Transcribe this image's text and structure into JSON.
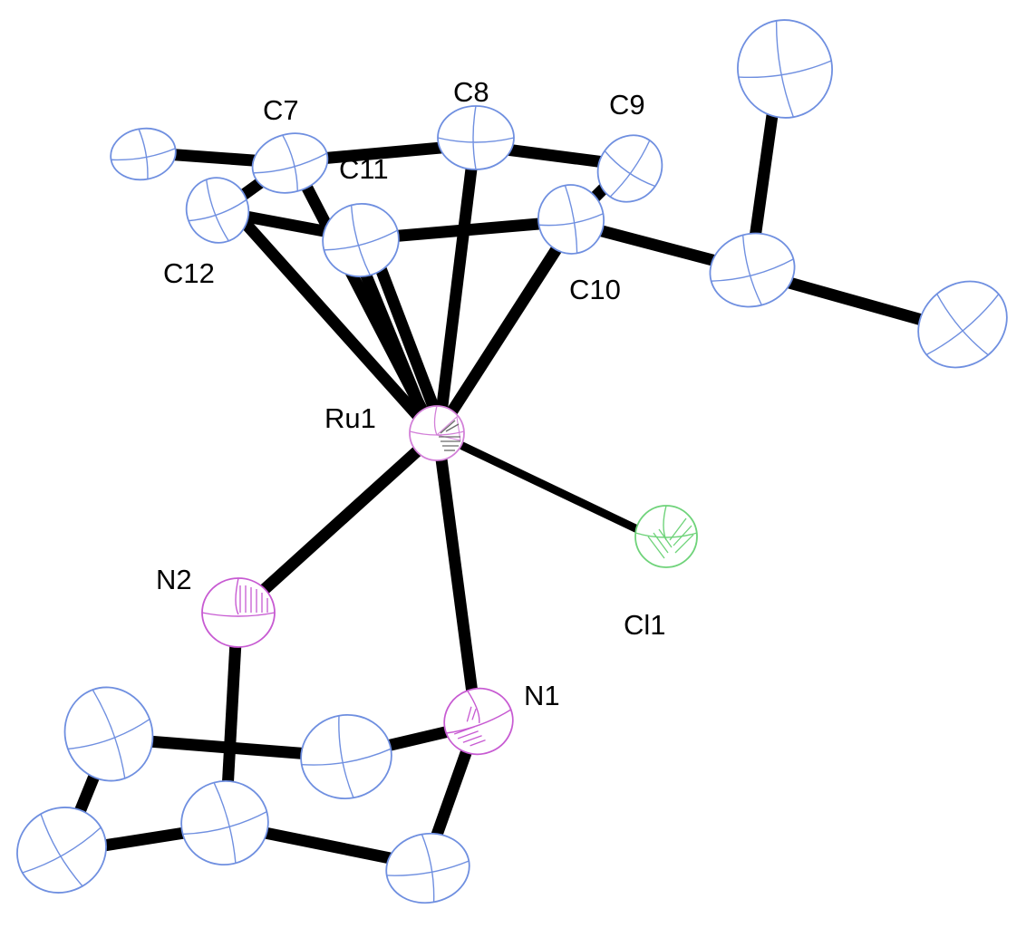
{
  "labels": {
    "c7": "C7",
    "c8": "C8",
    "c9": "C9",
    "c10": "C10",
    "c11": "C11",
    "c12": "C12",
    "ru1": "Ru1",
    "n1": "N1",
    "n2": "N2",
    "cl1": "Cl1"
  },
  "colors": {
    "carbon": "#6f8fe0",
    "ruthenium": "#d27fd8",
    "nitrogen": "#c75ad2",
    "chlorine": "#6fd37a",
    "bond": "#000000"
  }
}
